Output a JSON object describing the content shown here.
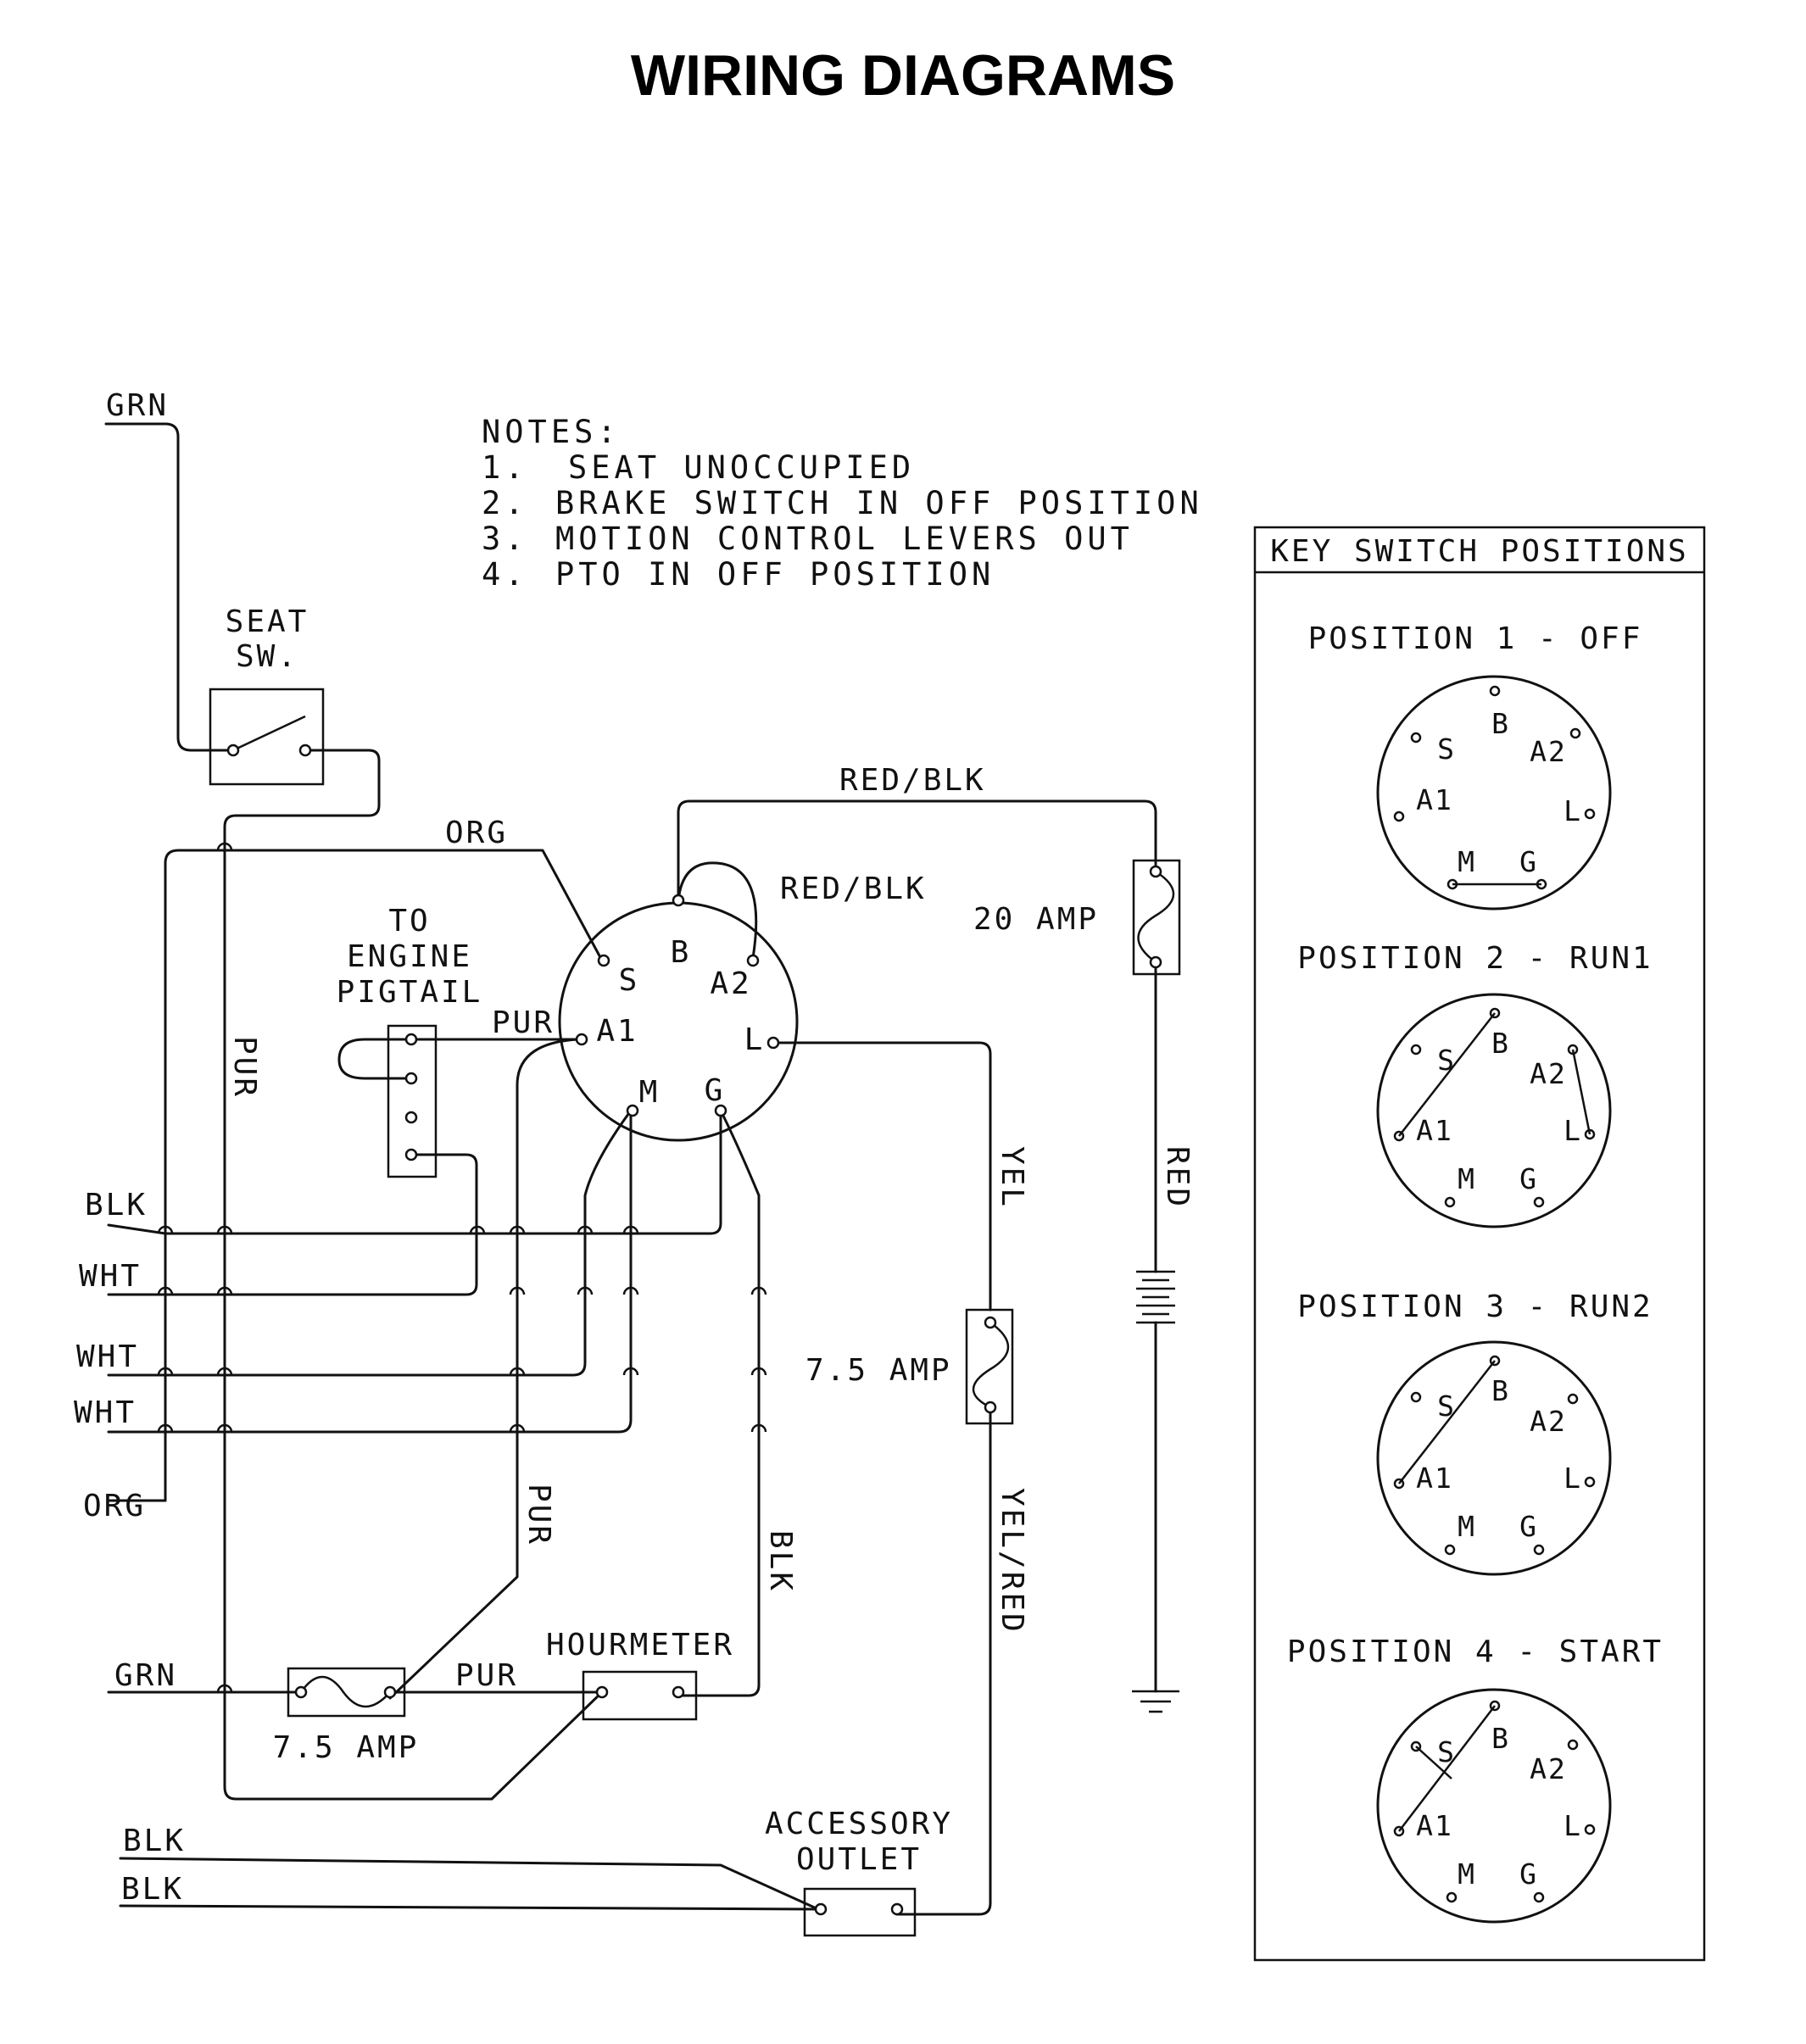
{
  "title": "WIRING DIAGRAMS",
  "notes": {
    "heading": "NOTES:",
    "items": [
      {
        "num": "1.",
        "text": "SEAT UNOCCUPIED"
      },
      {
        "num": "2.",
        "text": "BRAKE SWITCH IN OFF POSITION"
      },
      {
        "num": "3.",
        "text": "MOTION CONTROL LEVERS OUT"
      },
      {
        "num": "4.",
        "text": "PTO IN OFF POSITION"
      }
    ]
  },
  "components": {
    "seat_switch": [
      "SEAT",
      "SW."
    ],
    "engine_pigtail": [
      "TO",
      "ENGINE",
      "PIGTAIL"
    ],
    "fuse_20": "20 AMP",
    "fuse_75_yel": "7.5 AMP",
    "fuse_75_grn": "7.5 AMP",
    "hourmeter": "HOURMETER",
    "accessory_outlet": [
      "ACCESSORY",
      "OUTLET"
    ]
  },
  "ignition_terminals": {
    "S": "S",
    "B": "B",
    "A2": "A2",
    "A1": "A1",
    "L": "L",
    "M": "M",
    "G": "G"
  },
  "wire_labels": {
    "grn_top": "GRN",
    "org_top": "ORG",
    "red_blk_top": "RED/BLK",
    "red_blk_jumper": "RED/BLK",
    "pur_pigtail": "PUR",
    "pur_vertical": "PUR",
    "blk_1": "BLK",
    "wht_1": "WHT",
    "wht_2": "WHT",
    "wht_3": "WHT",
    "org_bottom": "ORG",
    "yel": "YEL",
    "red": "RED",
    "pur_lower": "PUR",
    "blk_vertical": "BLK",
    "yel_red": "YEL/RED",
    "grn_bottom": "GRN",
    "pur_fuse": "PUR",
    "blk_2": "BLK",
    "blk_3": "BLK"
  },
  "key_switch": {
    "title": "KEY SWITCH POSITIONS",
    "positions": [
      {
        "label": "POSITION 1 - OFF"
      },
      {
        "label": "POSITION 2 - RUN1"
      },
      {
        "label": "POSITION 3 - RUN2"
      },
      {
        "label": "POSITION 4 - START"
      }
    ],
    "terminal_labels": {
      "S": "S",
      "B": "B",
      "A2": "A2",
      "A1": "A1",
      "L": "L",
      "M": "M",
      "G": "G"
    }
  }
}
